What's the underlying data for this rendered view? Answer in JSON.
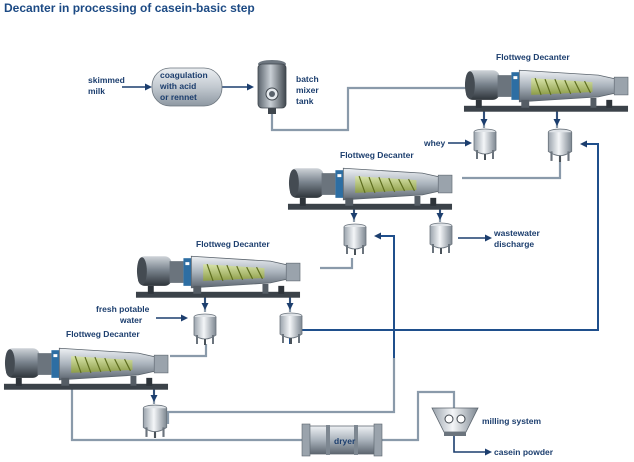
{
  "title": "Decanter in processing of casein-basic step",
  "labels": {
    "skimmed_milk": [
      "skimmed",
      "milk"
    ],
    "coagulation": [
      "coagulation",
      "with acid",
      "or rennet"
    ],
    "batch_mixer": [
      "batch",
      "mixer",
      "tank"
    ],
    "whey": "whey",
    "wastewater": [
      "wastewater",
      "discharge"
    ],
    "fresh_water": [
      "fresh potable",
      "water"
    ],
    "dryer": "dryer",
    "milling": "milling system",
    "casein_powder": "casein powder"
  },
  "decanters": [
    {
      "name": "Flottweg Decanter"
    },
    {
      "name": "Flottweg Decanter"
    },
    {
      "name": "Flottweg Decanter"
    },
    {
      "name": "Flottweg Decanter"
    }
  ],
  "colors": {
    "pipe": "#8a9aaa",
    "arrow": "#1c3e6e",
    "accent": "#1c4a84",
    "water": "#1f4f8c"
  }
}
